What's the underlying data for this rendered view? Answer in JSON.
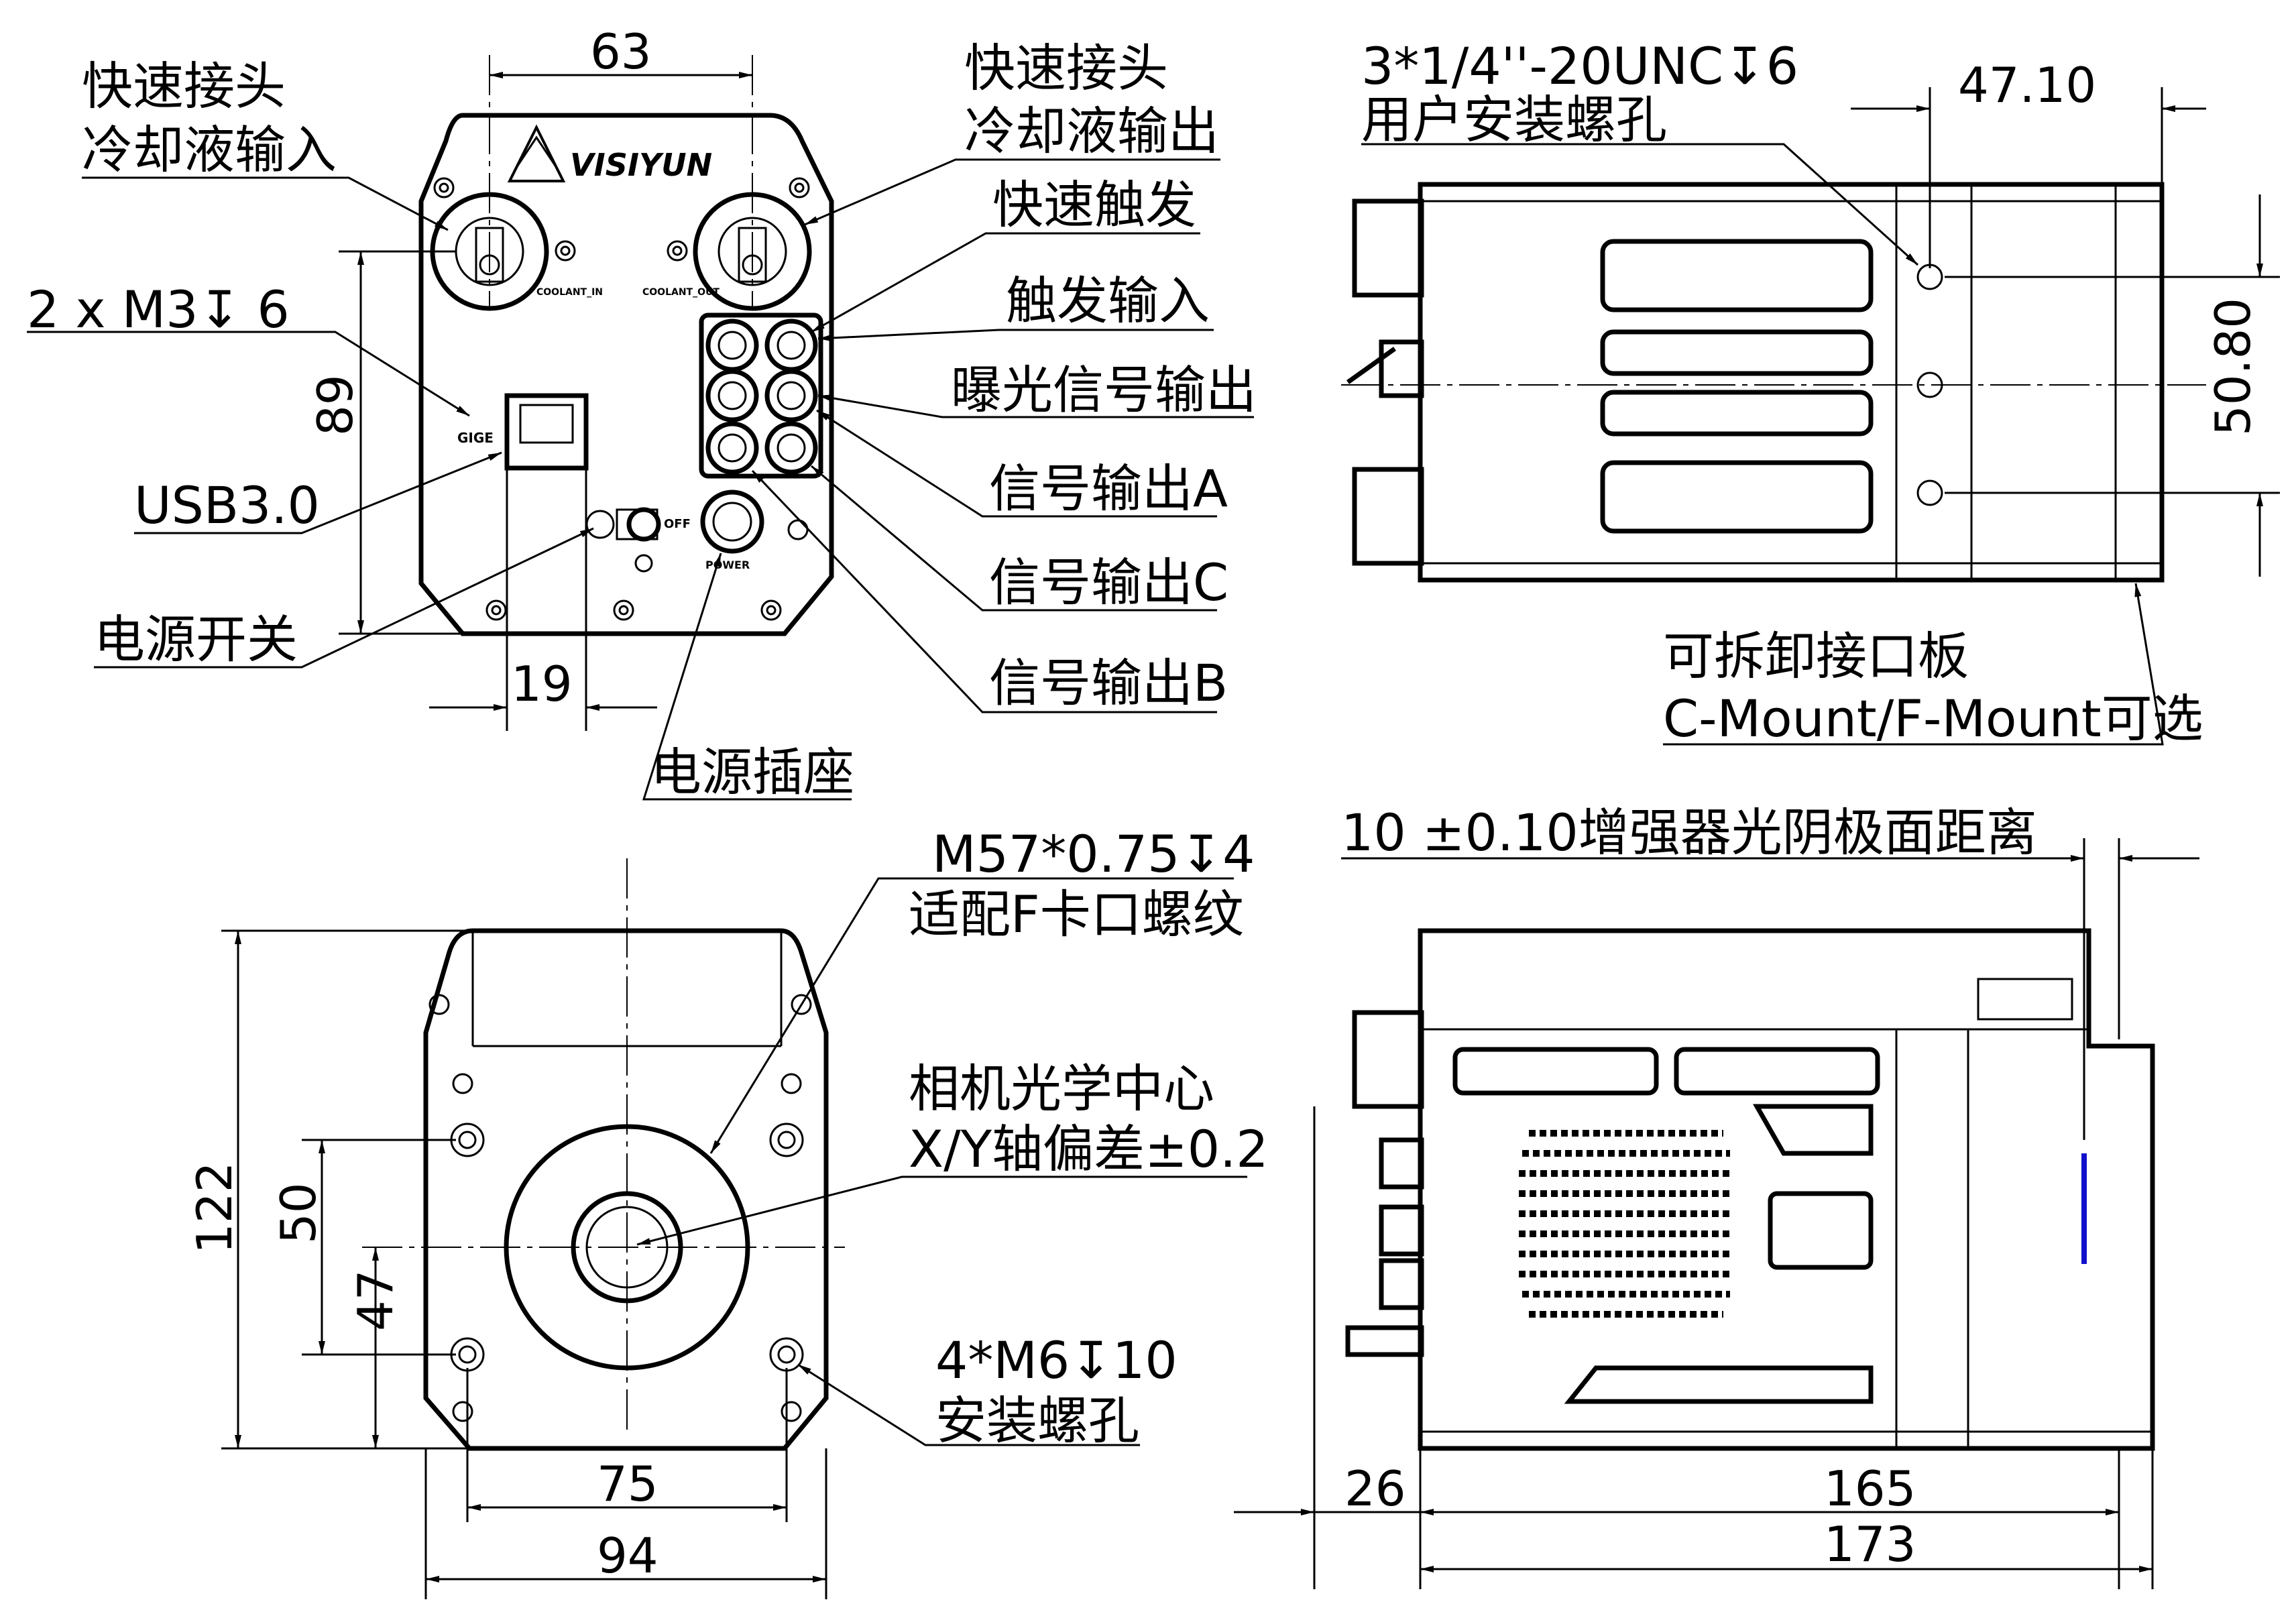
{
  "front_view": {
    "brand": "VISIYUN",
    "dims": {
      "width": "63",
      "height": "89",
      "offset": "19"
    },
    "callouts": {
      "coolant_in_1": "快速接头",
      "coolant_in_2": "冷却液输入",
      "coolant_out_1": "快速接头",
      "coolant_out_2": "冷却液输出",
      "fast_trigger": "快速触发",
      "trigger_in": "触发输入",
      "exposure_out": "曝光信号输出",
      "signal_a": "信号输出A",
      "signal_c": "信号输出C",
      "signal_b": "信号输出B",
      "screw_holes": "2 x  M3↧ 6",
      "usb": "USB3.0",
      "power_switch": "电源开关",
      "power_socket": "电源插座"
    },
    "panel_labels": {
      "coolant_in": "COOLANT_IN",
      "coolant_out": "COOLANT_OUT",
      "gige": "GIGE",
      "off": "OFF",
      "power": "POWER"
    }
  },
  "top_view": {
    "dims": {
      "spacing": "47.10",
      "height": "50.80"
    },
    "callouts": {
      "mount_holes_1": "3*1/4''-20UNC↧6",
      "mount_holes_2": "用户安装螺孔",
      "interface_plate_1": "可拆卸接口板",
      "interface_plate_2": "C-Mount/F-Mount可选"
    }
  },
  "bottom_view": {
    "dims": {
      "height": "122",
      "v50": "50",
      "v47": "47",
      "w75": "75",
      "w94": "94"
    },
    "callouts": {
      "thread_1": "M57*0.75↧4",
      "thread_2": "适配F卡口螺纹",
      "optical_center_1": "相机光学中心",
      "optical_center_2": "X/Y轴偏差±0.2",
      "mount_holes_1": "4*M6↧10",
      "mount_holes_2": "安装螺孔"
    }
  },
  "side_view": {
    "dims": {
      "d26": "26",
      "d165": "165",
      "d173": "173"
    },
    "callouts": {
      "flange": "10  ±0.10增强器光阴极面距离"
    }
  }
}
